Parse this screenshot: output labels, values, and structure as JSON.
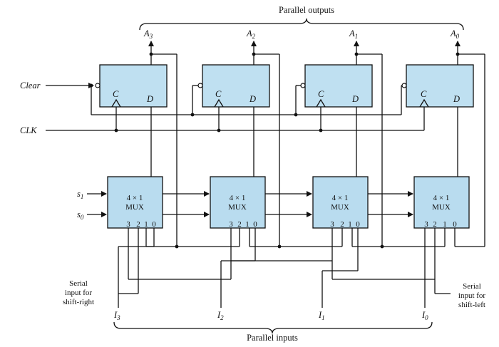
{
  "top_label": "Parallel outputs",
  "bottom_label": "Parallel inputs",
  "left_signals": {
    "clear": "Clear",
    "clk": "CLK"
  },
  "select_lines": {
    "s1_base": "s",
    "s1_sub": "1",
    "s0_base": "s",
    "s0_sub": "0"
  },
  "flipflops": [
    {
      "output_base": "A",
      "output_sub": "3",
      "clock_label": "C",
      "data_label": "D"
    },
    {
      "output_base": "A",
      "output_sub": "2",
      "clock_label": "C",
      "data_label": "D"
    },
    {
      "output_base": "A",
      "output_sub": "1",
      "clock_label": "C",
      "data_label": "D"
    },
    {
      "output_base": "A",
      "output_sub": "0",
      "clock_label": "C",
      "data_label": "D"
    }
  ],
  "muxes": [
    {
      "line1": "4 × 1",
      "line2": "MUX",
      "pins": [
        "3",
        "2",
        "1",
        "0"
      ]
    },
    {
      "line1": "4 × 1",
      "line2": "MUX",
      "pins": [
        "3",
        "2",
        "1",
        "0"
      ]
    },
    {
      "line1": "4 × 1",
      "line2": "MUX",
      "pins": [
        "3",
        "2",
        "1",
        "0"
      ]
    },
    {
      "line1": "4 × 1",
      "line2": "MUX",
      "pins": [
        "3",
        "2",
        "1",
        "0"
      ]
    }
  ],
  "inputs": [
    {
      "base": "I",
      "sub": "3"
    },
    {
      "base": "I",
      "sub": "2"
    },
    {
      "base": "I",
      "sub": "1"
    },
    {
      "base": "I",
      "sub": "0"
    }
  ],
  "serial_right": [
    "Serial",
    "input for",
    "shift-right"
  ],
  "serial_left": [
    "Serial",
    "input for",
    "shift-left"
  ]
}
